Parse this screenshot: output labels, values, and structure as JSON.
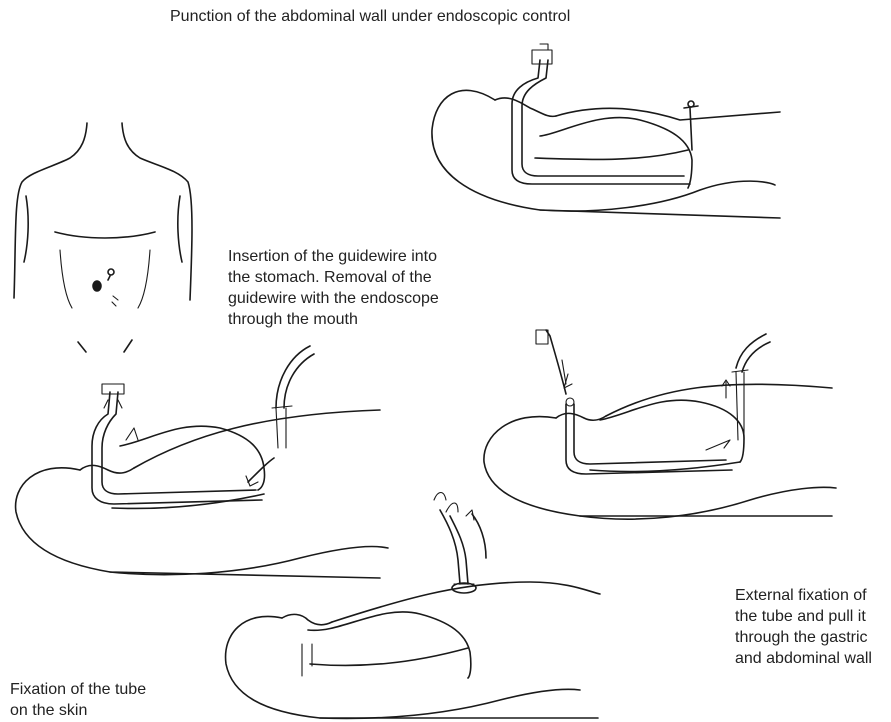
{
  "captions": {
    "title": "Punction of the abdominal wall under endoscopic control",
    "guidewire": "Insertion of the guidewire into\nthe stomach. Removal of the\nguidewire with the endoscope\nthrough the mouth",
    "external_fixation": "External fixation of\nthe tube and pull it\nthrough the gastric\nand abdominal wall",
    "skin_fixation": "Fixation of the tube\non the skin"
  }
}
